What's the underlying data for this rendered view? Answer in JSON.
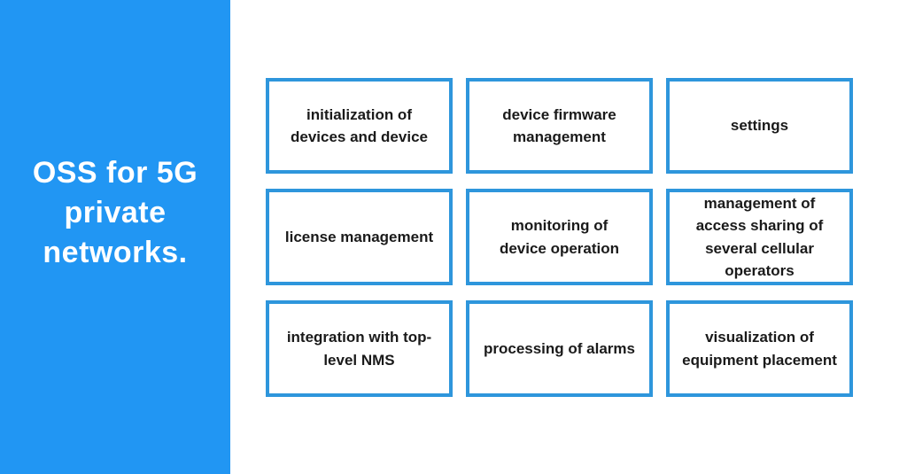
{
  "page": {
    "background_color": "#ffffff"
  },
  "sidebar": {
    "background_color": "#2196F3",
    "text_color": "#ffffff",
    "title": "OSS for 5G private networks.",
    "title_lines": [
      "OSS for 5G",
      "private",
      "networks."
    ]
  },
  "grid": {
    "box_border_color": "#2E96DC",
    "box_background_color": "#ffffff",
    "box_text_color": "#1a1a1a",
    "cells": [
      {
        "label": "initialization of\ndevices and device"
      },
      {
        "label": "device firmware\nmanagement"
      },
      {
        "label": "settings"
      },
      {
        "label": "license management"
      },
      {
        "label": "monitoring of\ndevice operation"
      },
      {
        "label": "management of\naccess sharing of\nseveral cellular\noperators"
      },
      {
        "label": "integration with top-\nlevel NMS"
      },
      {
        "label": "processing of alarms"
      },
      {
        "label": "visualization of\nequipment placement"
      }
    ]
  }
}
